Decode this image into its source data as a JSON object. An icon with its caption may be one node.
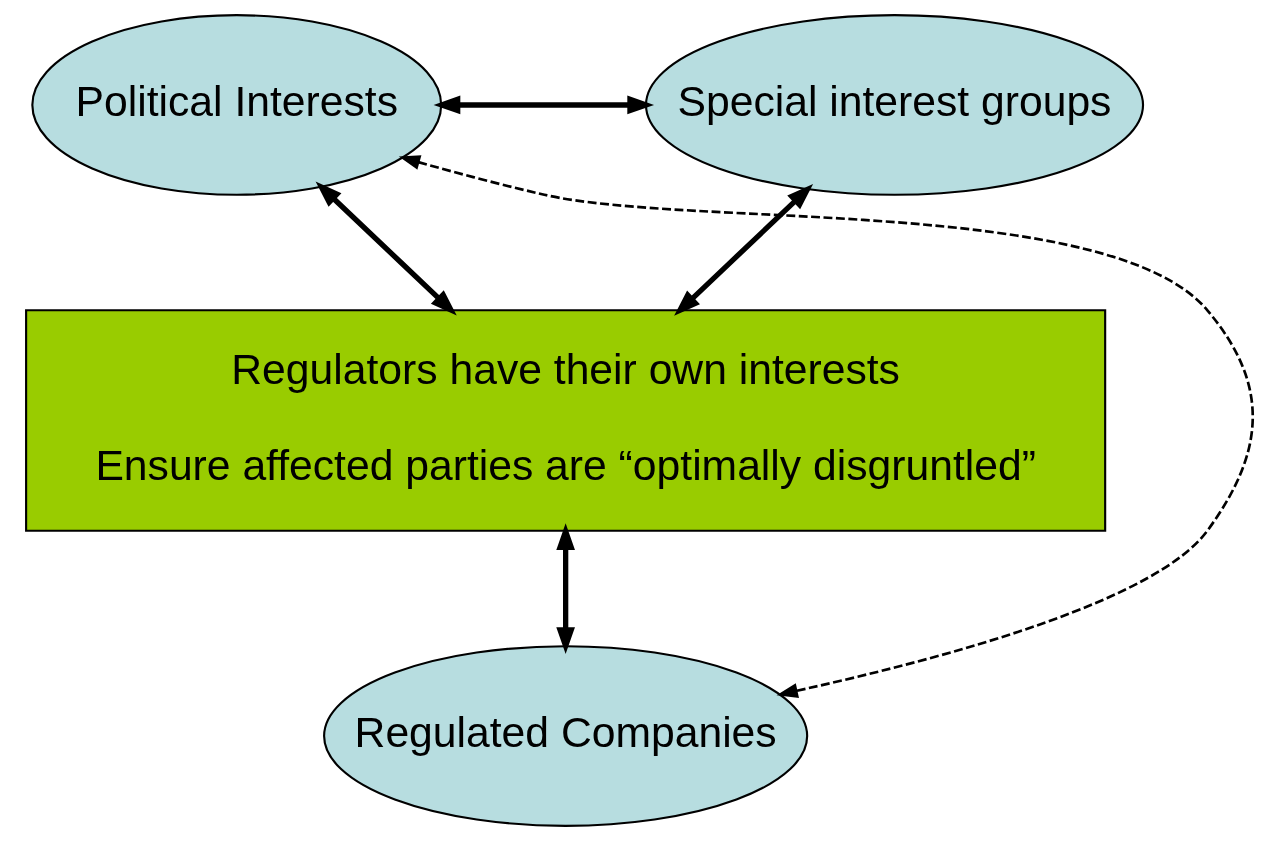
{
  "diagram": {
    "nodes": [
      {
        "text": [
          "Political Interests"
        ]
      },
      {
        "text": [
          "Special interest groups"
        ]
      },
      {
        "text": [
          "Regulators have their own interests",
          "Ensure affected parties are “optimally disgruntled”"
        ]
      },
      {
        "text": [
          "Regulated Companies"
        ]
      }
    ],
    "edges": [
      {
        "from": 0,
        "to": 1,
        "arrow": "both"
      },
      {
        "from": 0,
        "to": 2,
        "arrow": "both"
      },
      {
        "from": 1,
        "to": 2,
        "arrow": "both"
      },
      {
        "from": 2,
        "to": 3,
        "arrow": "both"
      },
      {
        "from": 0,
        "to": 3,
        "arrow": "both",
        "style": "dashed"
      }
    ]
  }
}
